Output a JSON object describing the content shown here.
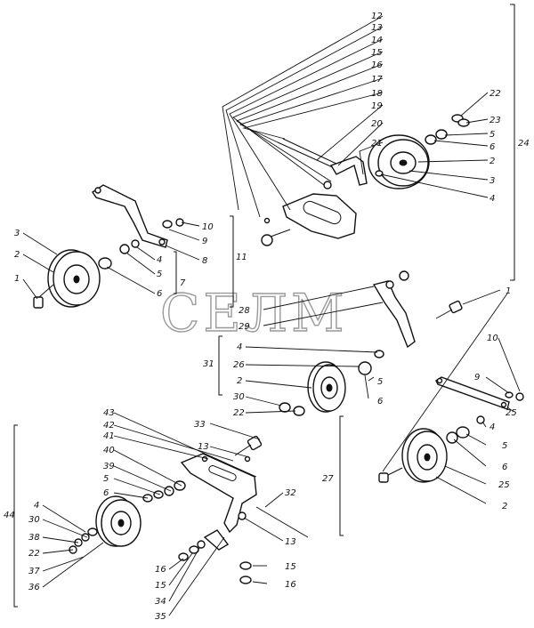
{
  "watermark": "СЕЛМ",
  "callouts": [
    {
      "id": "c12",
      "text": "12"
    },
    {
      "id": "c13",
      "text": "13"
    },
    {
      "id": "c14",
      "text": "14"
    },
    {
      "id": "c15",
      "text": "15"
    },
    {
      "id": "c16",
      "text": "16"
    },
    {
      "id": "c17",
      "text": "17"
    },
    {
      "id": "c18",
      "text": "18"
    },
    {
      "id": "c19",
      "text": "19"
    },
    {
      "id": "c20",
      "text": "20"
    },
    {
      "id": "c21",
      "text": "21"
    },
    {
      "id": "c22a",
      "text": "22"
    },
    {
      "id": "c23",
      "text": "23"
    },
    {
      "id": "c5a",
      "text": "5"
    },
    {
      "id": "c6a",
      "text": "6"
    },
    {
      "id": "c2a",
      "text": "2"
    },
    {
      "id": "c3a",
      "text": "3"
    },
    {
      "id": "c4a",
      "text": "4"
    },
    {
      "id": "c24",
      "text": "24"
    },
    {
      "id": "c10a",
      "text": "10"
    },
    {
      "id": "c9a",
      "text": "9"
    },
    {
      "id": "c8",
      "text": "8"
    },
    {
      "id": "c11",
      "text": "11"
    },
    {
      "id": "c3b",
      "text": "3"
    },
    {
      "id": "c2b",
      "text": "2"
    },
    {
      "id": "c1a",
      "text": "1"
    },
    {
      "id": "c4b",
      "text": "4"
    },
    {
      "id": "c5b",
      "text": "5"
    },
    {
      "id": "c6b",
      "text": "6"
    },
    {
      "id": "c7",
      "text": "7"
    },
    {
      "id": "c28",
      "text": "28"
    },
    {
      "id": "c29",
      "text": "29"
    },
    {
      "id": "c1b",
      "text": "1"
    },
    {
      "id": "c4c",
      "text": "4"
    },
    {
      "id": "c26",
      "text": "26"
    },
    {
      "id": "c31",
      "text": "31"
    },
    {
      "id": "c2c",
      "text": "2"
    },
    {
      "id": "c5c",
      "text": "5"
    },
    {
      "id": "c6c",
      "text": "6"
    },
    {
      "id": "c30a",
      "text": "30"
    },
    {
      "id": "c22b",
      "text": "22"
    },
    {
      "id": "c10b",
      "text": "10"
    },
    {
      "id": "c9b",
      "text": "9"
    },
    {
      "id": "c25a",
      "text": "25"
    },
    {
      "id": "c4d",
      "text": "4"
    },
    {
      "id": "c5d",
      "text": "5"
    },
    {
      "id": "c6d",
      "text": "6"
    },
    {
      "id": "c25b",
      "text": "25"
    },
    {
      "id": "c2d",
      "text": "2"
    },
    {
      "id": "c27",
      "text": "27"
    },
    {
      "id": "c43",
      "text": "43"
    },
    {
      "id": "c42",
      "text": "42"
    },
    {
      "id": "c41",
      "text": "41"
    },
    {
      "id": "c40",
      "text": "40"
    },
    {
      "id": "c39",
      "text": "39"
    },
    {
      "id": "c5e",
      "text": "5"
    },
    {
      "id": "c6e",
      "text": "6"
    },
    {
      "id": "c33",
      "text": "33"
    },
    {
      "id": "c13b",
      "text": "13"
    },
    {
      "id": "c32",
      "text": "32"
    },
    {
      "id": "c13c",
      "text": "13"
    },
    {
      "id": "c4e",
      "text": "4"
    },
    {
      "id": "c44",
      "text": "44"
    },
    {
      "id": "c30b",
      "text": "30"
    },
    {
      "id": "c38",
      "text": "38"
    },
    {
      "id": "c22c",
      "text": "22"
    },
    {
      "id": "c37",
      "text": "37"
    },
    {
      "id": "c36",
      "text": "36"
    },
    {
      "id": "c16b",
      "text": "16"
    },
    {
      "id": "c15b",
      "text": "15"
    },
    {
      "id": "c34",
      "text": "34"
    },
    {
      "id": "c35",
      "text": "35"
    },
    {
      "id": "c15c",
      "text": "15"
    },
    {
      "id": "c16c",
      "text": "16"
    }
  ]
}
